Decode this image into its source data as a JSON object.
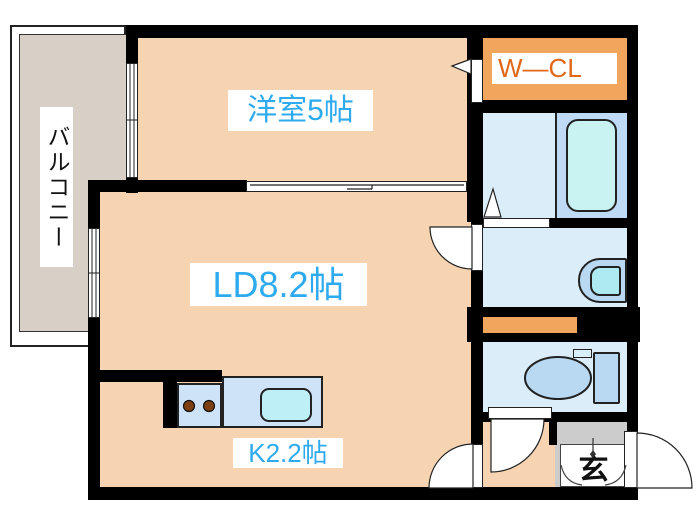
{
  "rooms": {
    "balcony": {
      "label": "バルコニー"
    },
    "western_room": {
      "label": "洋室5帖"
    },
    "living_dining": {
      "label": "LD8.2帖"
    },
    "kitchen": {
      "label": "K2.2帖"
    },
    "closet": {
      "label": "W―CL"
    },
    "entrance": {
      "label": "玄"
    }
  },
  "colors": {
    "wall": "#000000",
    "room_floor": "#f6d4b2",
    "balcony_floor": "#d8cfc6",
    "wet_floor": "#dcedfa",
    "tub_zone": "#bedaf4",
    "fixture_fill": "#b9d9f2",
    "tub_fill": "#c9f2f2",
    "sink_fill": "#bfeff6",
    "basin_fill": "#aeeaf2",
    "counter_fill": "#cfe3f8",
    "burner_fill": "#7d3f12",
    "closet_fill": "#f2a55c",
    "closet_text": "#e06818",
    "label_text": "#2eaaee",
    "genkan_gray": "#cccccc"
  }
}
